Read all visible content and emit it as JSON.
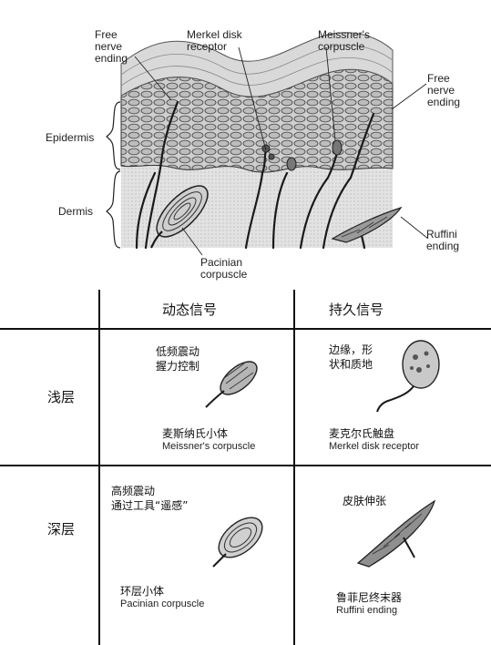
{
  "diagram": {
    "labels": {
      "free_nerve_ending_left": "Free\nnerve\nending",
      "merkel": "Merkel disk\nreceptor",
      "meissner": "Meissner's\ncorpuscle",
      "free_nerve_ending_right": "Free\nnerve\nending",
      "epidermis": "Epidermis",
      "dermis": "Dermis",
      "pacinian": "Pacinian\ncorpuscle",
      "ruffini": "Ruffini\nending"
    }
  },
  "table": {
    "col_headers": [
      "动态信号",
      "持久信号"
    ],
    "row_headers": [
      "浅层",
      "深层"
    ],
    "cells": {
      "shallow_dynamic": {
        "desc": "低频震动\n握力控制",
        "name_cn": "麦斯纳氏小体",
        "name_en": "Meissner's corpuscle"
      },
      "shallow_static": {
        "desc": "边缘，形\n状和质地",
        "name_cn": "麦克尔氏触盘",
        "name_en": "Merkel disk receptor"
      },
      "deep_dynamic": {
        "desc": "高频震动\n通过工具“遥感”",
        "name_cn": "环层小体",
        "name_en": "Pacinian corpuscle"
      },
      "deep_static": {
        "desc": "皮肤伸张",
        "name_cn": "鲁菲尼终末器",
        "name_en": "Ruffini ending"
      }
    }
  }
}
